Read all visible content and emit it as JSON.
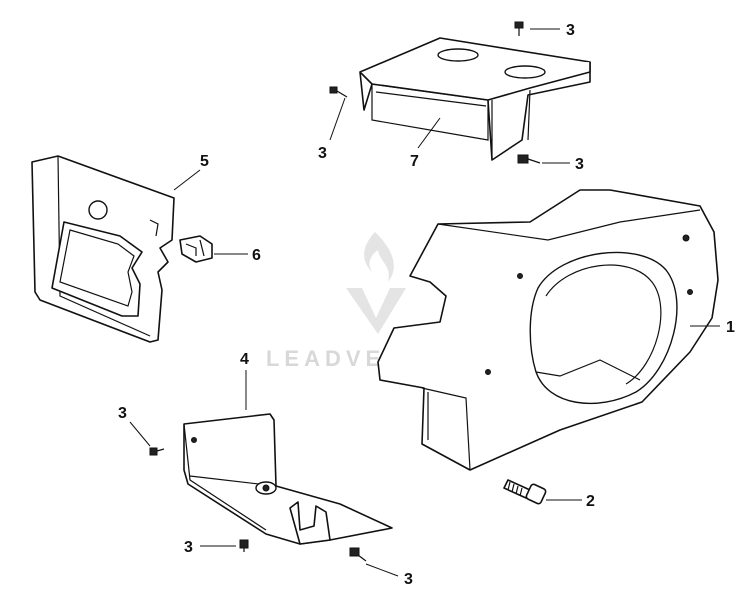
{
  "watermark": {
    "text": "LEADVENTURE"
  },
  "callouts": {
    "c1": "1",
    "c2": "2",
    "c3_top_right": "3",
    "c3_top_left": "3",
    "c3_mid_right": "3",
    "c3_left": "3",
    "c3_bottom_left": "3",
    "c3_bottom": "3",
    "c4": "4",
    "c5": "5",
    "c6": "6",
    "c7": "7"
  }
}
